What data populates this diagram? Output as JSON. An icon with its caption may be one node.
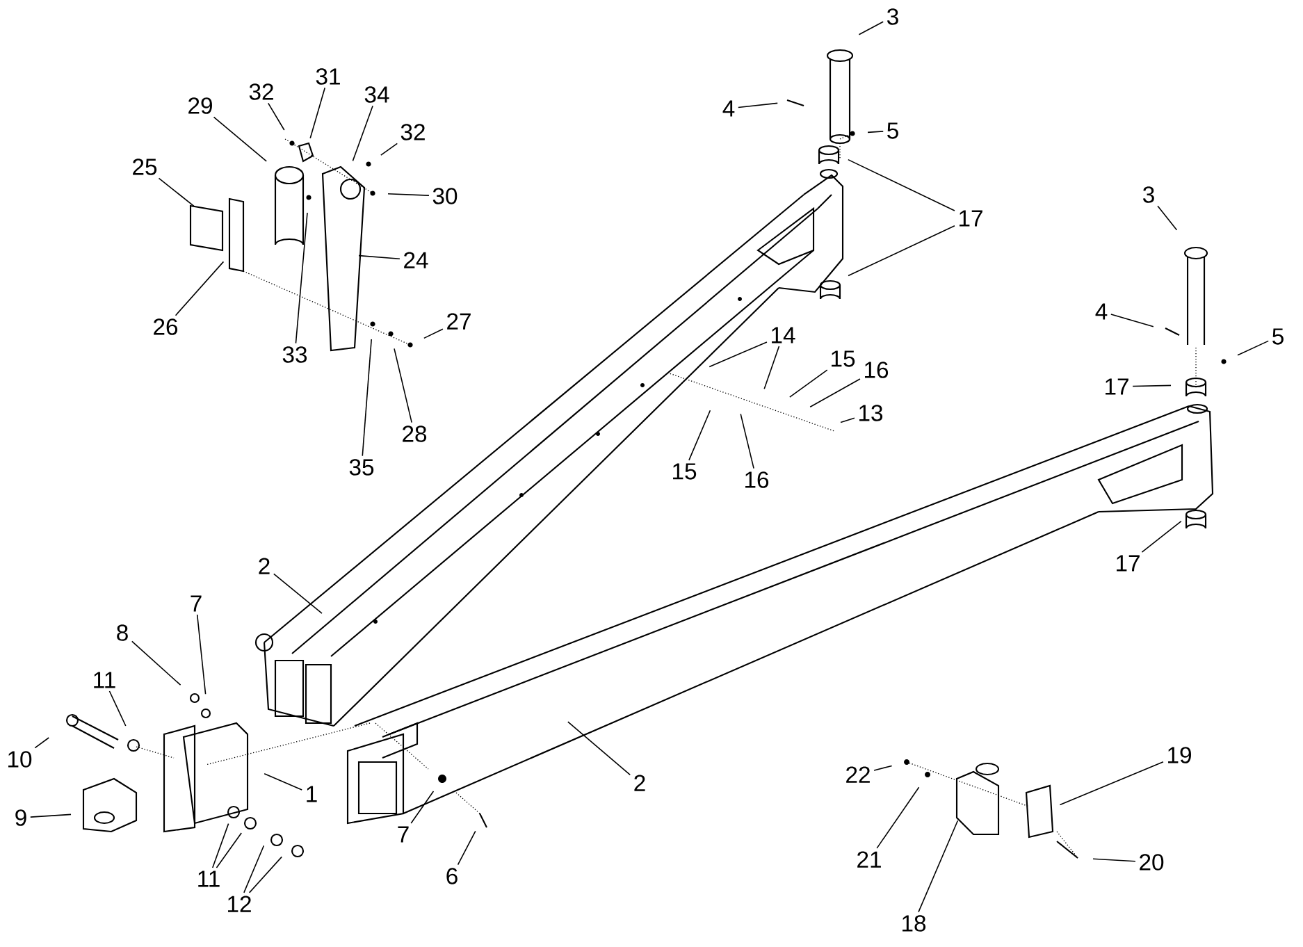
{
  "diagram": {
    "nodes": [
      {
        "text": [
          "3"
        ]
      },
      {
        "text": [
          "4"
        ]
      },
      {
        "text": [
          "5"
        ]
      },
      {
        "text": [
          "17"
        ]
      },
      {
        "text": [
          "3"
        ]
      },
      {
        "text": [
          "4"
        ]
      },
      {
        "text": [
          "5"
        ]
      },
      {
        "text": [
          "17"
        ]
      },
      {
        "text": [
          "17"
        ]
      },
      {
        "text": [
          "14"
        ]
      },
      {
        "text": [
          "15"
        ]
      },
      {
        "text": [
          "16"
        ]
      },
      {
        "text": [
          "13"
        ]
      },
      {
        "text": [
          "15"
        ]
      },
      {
        "text": [
          "16"
        ]
      },
      {
        "text": [
          "29"
        ]
      },
      {
        "text": [
          "32"
        ]
      },
      {
        "text": [
          "31"
        ]
      },
      {
        "text": [
          "34"
        ]
      },
      {
        "text": [
          "32"
        ]
      },
      {
        "text": [
          "30"
        ]
      },
      {
        "text": [
          "25"
        ]
      },
      {
        "text": [
          "26"
        ]
      },
      {
        "text": [
          "24"
        ]
      },
      {
        "text": [
          "33"
        ]
      },
      {
        "text": [
          "27"
        ]
      },
      {
        "text": [
          "35"
        ]
      },
      {
        "text": [
          "28"
        ]
      },
      {
        "text": [
          "2"
        ]
      },
      {
        "text": [
          "2"
        ]
      },
      {
        "text": [
          "7"
        ]
      },
      {
        "text": [
          "8"
        ]
      },
      {
        "text": [
          "11"
        ]
      },
      {
        "text": [
          "10"
        ]
      },
      {
        "text": [
          "9"
        ]
      },
      {
        "text": [
          "1"
        ]
      },
      {
        "text": [
          "11"
        ]
      },
      {
        "text": [
          "12"
        ]
      },
      {
        "text": [
          "7"
        ]
      },
      {
        "text": [
          "6"
        ]
      },
      {
        "text": [
          "22"
        ]
      },
      {
        "text": [
          "21"
        ]
      },
      {
        "text": [
          "19"
        ]
      },
      {
        "text": [
          "18"
        ]
      },
      {
        "text": [
          "20"
        ]
      }
    ],
    "edges": [
      {
        "from": 0,
        "to": null,
        "arrow": "none"
      },
      {
        "from": 1,
        "to": null,
        "arrow": "none"
      },
      {
        "from": 2,
        "to": null,
        "arrow": "none"
      },
      {
        "from": 3,
        "to": null,
        "arrow": "none"
      },
      {
        "from": 3,
        "to": null,
        "arrow": "none"
      },
      {
        "from": 4,
        "to": null,
        "arrow": "none"
      },
      {
        "from": 5,
        "to": null,
        "arrow": "none"
      },
      {
        "from": 6,
        "to": null,
        "arrow": "none"
      },
      {
        "from": 7,
        "to": null,
        "arrow": "none"
      },
      {
        "from": 8,
        "to": null,
        "arrow": "none"
      },
      {
        "from": 9,
        "to": null,
        "arrow": "none"
      },
      {
        "from": 9,
        "to": null,
        "arrow": "none"
      },
      {
        "from": 10,
        "to": null,
        "arrow": "none"
      },
      {
        "from": 11,
        "to": null,
        "arrow": "none"
      },
      {
        "from": 12,
        "to": null,
        "arrow": "none"
      },
      {
        "from": 13,
        "to": null,
        "arrow": "none"
      },
      {
        "from": 14,
        "to": null,
        "arrow": "none"
      },
      {
        "from": 15,
        "to": null,
        "arrow": "none"
      },
      {
        "from": 16,
        "to": null,
        "arrow": "none"
      },
      {
        "from": 17,
        "to": null,
        "arrow": "none"
      },
      {
        "from": 18,
        "to": null,
        "arrow": "none"
      },
      {
        "from": 19,
        "to": null,
        "arrow": "none"
      },
      {
        "from": 20,
        "to": null,
        "arrow": "none"
      },
      {
        "from": 21,
        "to": null,
        "arrow": "none"
      },
      {
        "from": 22,
        "to": null,
        "arrow": "none"
      },
      {
        "from": 23,
        "to": null,
        "arrow": "none"
      },
      {
        "from": 24,
        "to": null,
        "arrow": "none"
      },
      {
        "from": 25,
        "to": null,
        "arrow": "none"
      },
      {
        "from": 26,
        "to": null,
        "arrow": "none"
      },
      {
        "from": 27,
        "to": null,
        "arrow": "none"
      },
      {
        "from": 28,
        "to": null,
        "arrow": "none"
      },
      {
        "from": 29,
        "to": null,
        "arrow": "none"
      },
      {
        "from": 30,
        "to": null,
        "arrow": "none"
      },
      {
        "from": 31,
        "to": null,
        "arrow": "none"
      },
      {
        "from": 32,
        "to": null,
        "arrow": "none"
      },
      {
        "from": 33,
        "to": null,
        "arrow": "none"
      },
      {
        "from": 34,
        "to": null,
        "arrow": "none"
      },
      {
        "from": 35,
        "to": null,
        "arrow": "none"
      },
      {
        "from": 36,
        "to": null,
        "arrow": "none"
      },
      {
        "from": 36,
        "to": null,
        "arrow": "none"
      },
      {
        "from": 37,
        "to": null,
        "arrow": "none"
      },
      {
        "from": 37,
        "to": null,
        "arrow": "none"
      },
      {
        "from": 38,
        "to": null,
        "arrow": "none"
      },
      {
        "from": 39,
        "to": null,
        "arrow": "none"
      },
      {
        "from": 40,
        "to": null,
        "arrow": "none"
      },
      {
        "from": 41,
        "to": null,
        "arrow": "none"
      },
      {
        "from": 42,
        "to": null,
        "arrow": "none"
      },
      {
        "from": 43,
        "to": null,
        "arrow": "none"
      },
      {
        "from": 44,
        "to": null,
        "arrow": "none"
      }
    ]
  }
}
